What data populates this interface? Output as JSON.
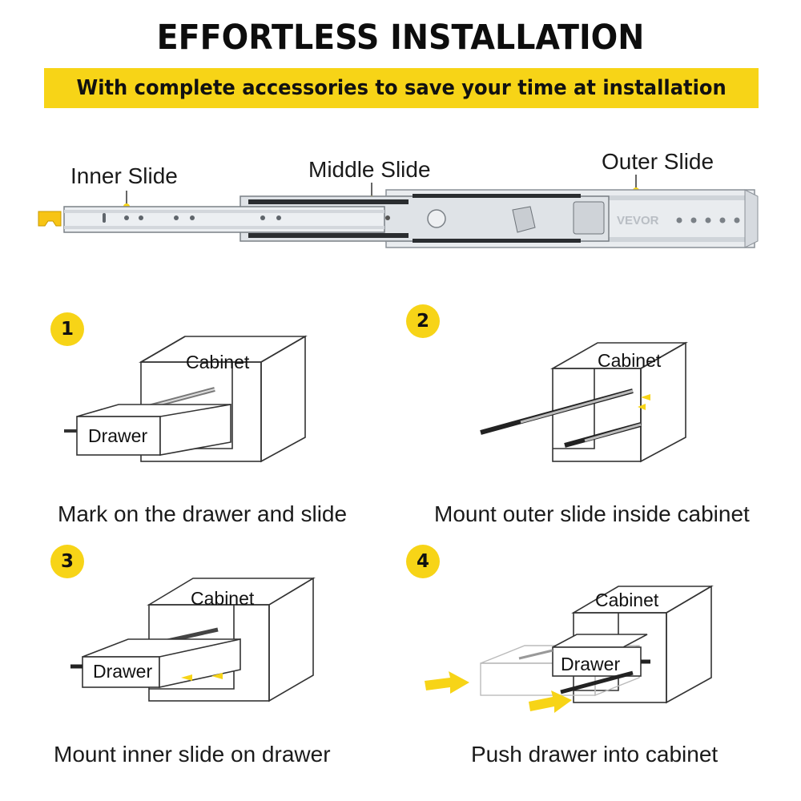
{
  "header": {
    "title": "EFFORTLESS INSTALLATION",
    "subtitle": "With complete accessories to save your time at installation"
  },
  "colors": {
    "accent": "#f7d417",
    "text": "#111111",
    "line": "#333333"
  },
  "slide": {
    "inner_label": "Inner Slide",
    "middle_label": "Middle Slide",
    "outer_label": "Outer Slide",
    "brand_mark": "VEVOR"
  },
  "steps": [
    {
      "number": "1",
      "cabinet": "Cabinet",
      "drawer": "Drawer",
      "caption": "Mark on the drawer and slide"
    },
    {
      "number": "2",
      "cabinet": "Cabinet",
      "drawer": "",
      "caption": "Mount outer slide inside cabinet"
    },
    {
      "number": "3",
      "cabinet": "Cabinet",
      "drawer": "Drawer",
      "caption": "Mount inner slide on drawer"
    },
    {
      "number": "4",
      "cabinet": "Cabinet",
      "drawer": "Drawer",
      "caption": "Push drawer into cabinet"
    }
  ]
}
